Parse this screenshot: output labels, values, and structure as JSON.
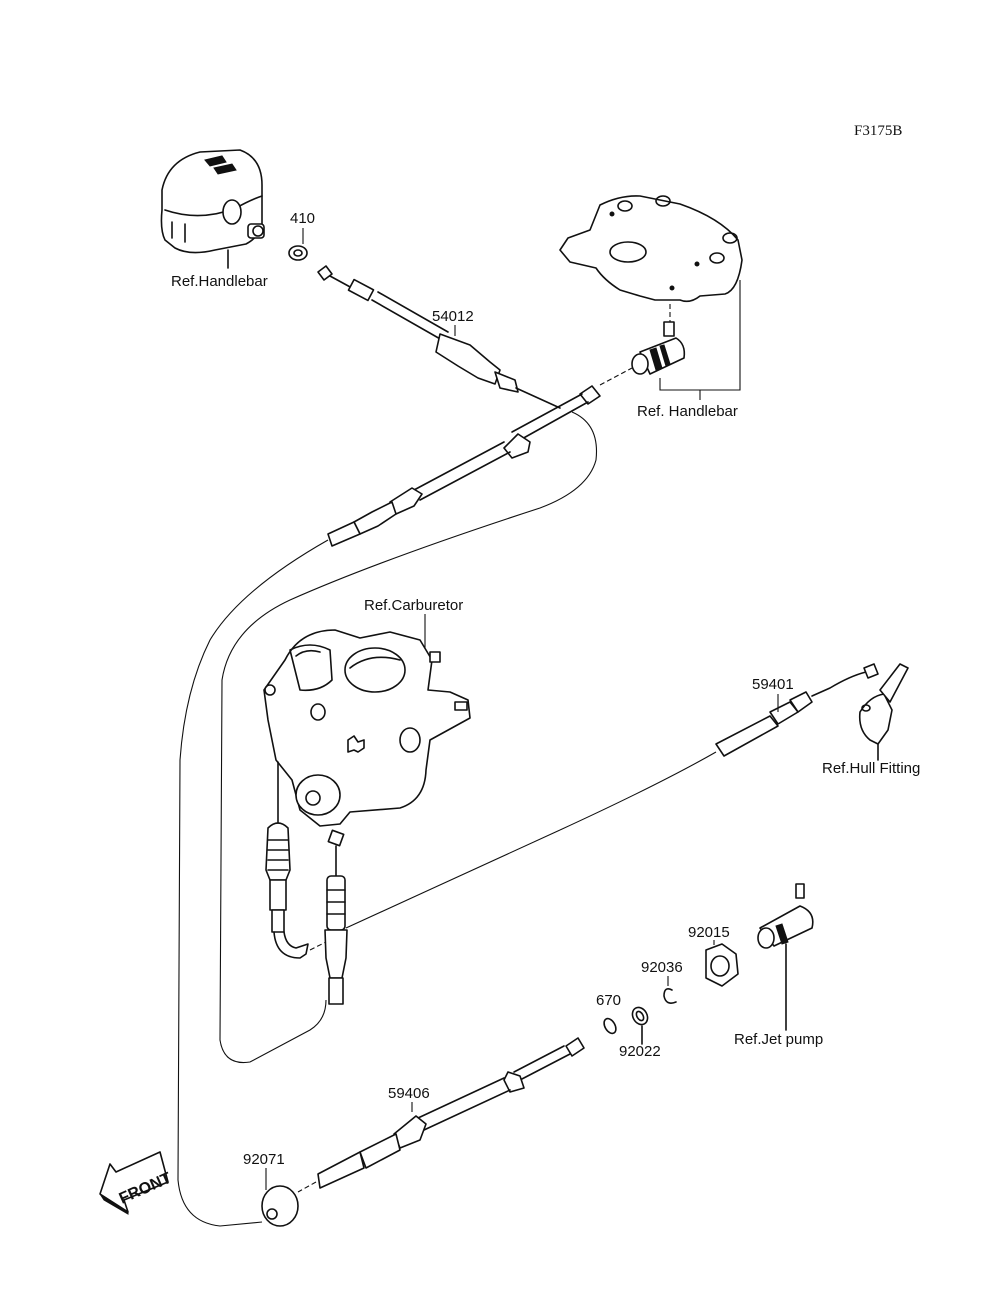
{
  "diagram": {
    "figure_code": "F3175B",
    "front_arrow": "FRONT",
    "parts": [
      {
        "number": "410",
        "name": "washer"
      },
      {
        "number": "54012",
        "name": "throttle-cable"
      },
      {
        "number": "59401",
        "name": "choke-cable"
      },
      {
        "number": "59406",
        "name": "steering-cable"
      },
      {
        "number": "92015",
        "name": "nut"
      },
      {
        "number": "92036",
        "name": "circlip"
      },
      {
        "number": "670",
        "name": "o-ring"
      },
      {
        "number": "92022",
        "name": "washer"
      },
      {
        "number": "92071",
        "name": "grommet"
      }
    ],
    "references": {
      "handlebar_left": "Ref.Handlebar",
      "handlebar_right": "Ref. Handlebar",
      "carburetor": "Ref.Carburetor",
      "hull_fitting": "Ref.Hull Fitting",
      "jet_pump": "Ref.Jet pump"
    }
  }
}
